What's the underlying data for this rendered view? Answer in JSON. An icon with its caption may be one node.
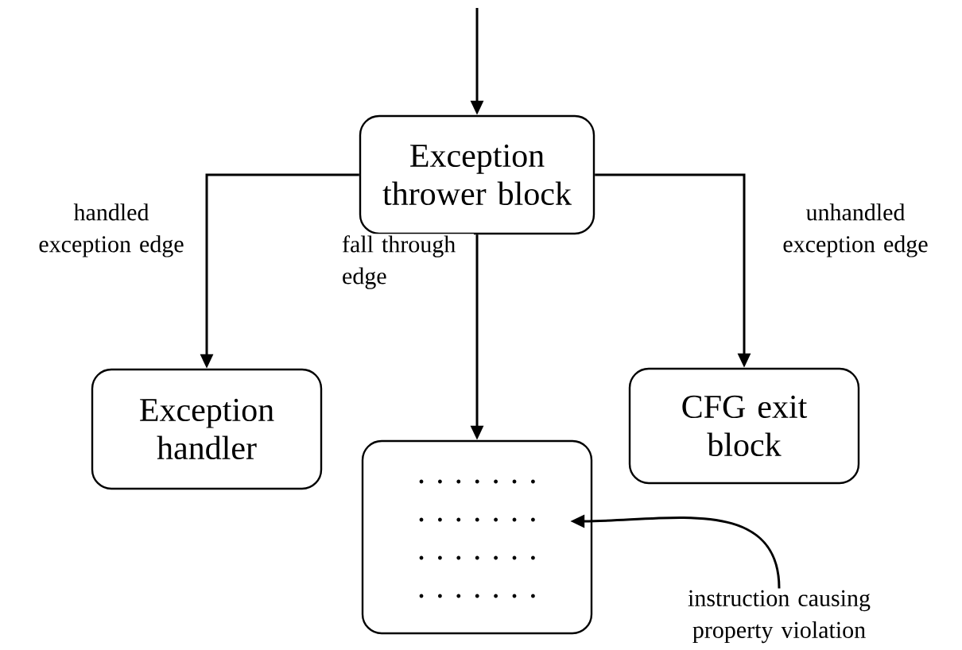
{
  "diagram": {
    "nodes": [
      {
        "text": [
          "Exception thrower block"
        ]
      },
      {
        "text": [
          "Exception handler"
        ]
      },
      {
        "text": [],
        "shape": "box"
      },
      {
        "text": [
          "CFG exit block"
        ]
      },
      {
        "text": [
          "instruction causing property violation"
        ]
      }
    ],
    "edges": [
      {
        "from": null,
        "to": 0,
        "arrow": "to"
      },
      {
        "from": 0,
        "to": 1,
        "arrow": "to",
        "label": "handled exception edge"
      },
      {
        "from": 0,
        "to": 2,
        "arrow": "to",
        "label": "fall through edge"
      },
      {
        "from": 0,
        "to": 3,
        "arrow": "to",
        "label": "unhandled exception edge"
      },
      {
        "from": 4,
        "to": 2,
        "arrow": "to"
      }
    ]
  }
}
